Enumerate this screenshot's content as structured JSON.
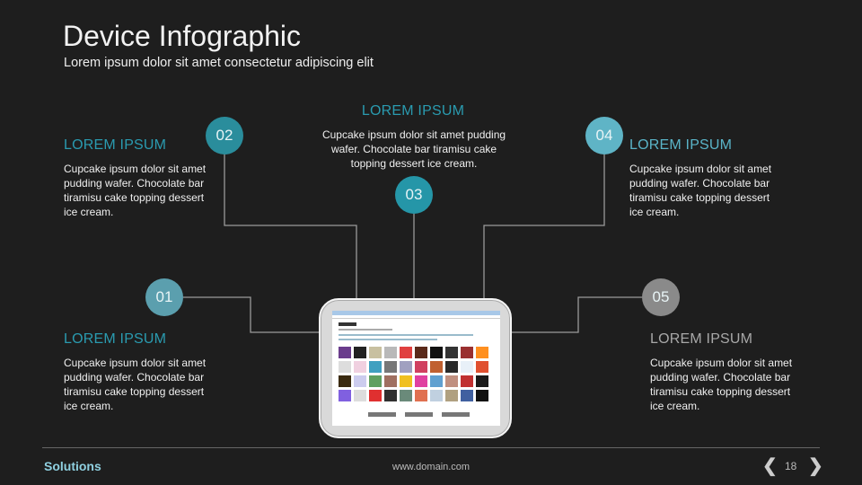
{
  "header": {
    "title": "Device Infographic",
    "subtitle": "Lorem ipsum dolor sit amet consectetur adipiscing elit"
  },
  "colors": {
    "step01": "#5b9fae",
    "step02": "#2a8d9c",
    "step03": "#2596a8",
    "step04": "#5fb4c6",
    "step05": "#8a8a8a",
    "heading": "#2a9bb0",
    "heading05": "#a8a8a8"
  },
  "steps": [
    {
      "number": "01",
      "heading": "LOREM IPSUM",
      "text": "Cupcake ipsum dolor sit amet pudding wafer. Chocolate bar tiramisu cake topping dessert ice cream."
    },
    {
      "number": "02",
      "heading": "LOREM IPSUM",
      "text": "Cupcake ipsum dolor sit amet pudding wafer. Chocolate bar tiramisu cake topping dessert ice cream."
    },
    {
      "number": "03",
      "heading": "LOREM IPSUM",
      "text": "Cupcake ipsum dolor sit amet pudding wafer. Chocolate bar tiramisu cake topping dessert ice cream."
    },
    {
      "number": "04",
      "heading": "LOREM IPSUM",
      "text": "Cupcake ipsum dolor sit amet pudding wafer. Chocolate bar tiramisu cake topping dessert ice cream."
    },
    {
      "number": "05",
      "heading": "LOREM IPSUM",
      "text": "Cupcake ipsum dolor sit amet pudding wafer. Chocolate bar tiramisu cake topping dessert ice cream."
    }
  ],
  "footer": {
    "section": "Solutions",
    "website": "www.domain.com",
    "page": "18",
    "prev_icon": "chevron-left-icon",
    "next_icon": "chevron-right-icon"
  }
}
